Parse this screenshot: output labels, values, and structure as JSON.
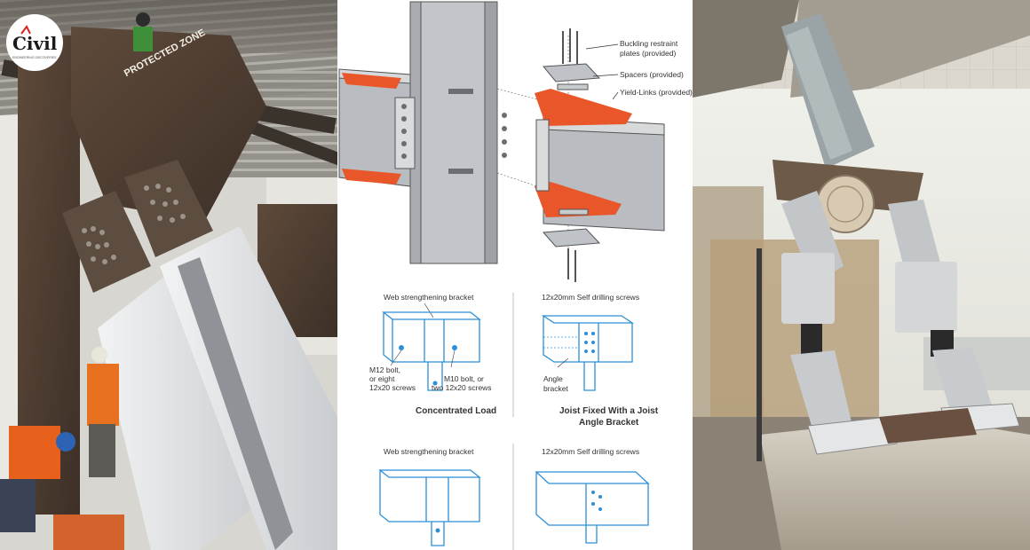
{
  "logo": {
    "brand_text": "Civil",
    "sub_text": "ENGINEERING DISCOVERIES"
  },
  "photo_left": {
    "painted_marking": "PROTECTED ZONE"
  },
  "diagram": {
    "callouts": {
      "buckling_line1": "Buckling restraint",
      "buckling_line2": "plates (provided)",
      "spacers": "Spacers (provided)",
      "yield_links": "Yield-Links (provided)"
    },
    "panel_a": {
      "top_label": "Web strengthening bracket",
      "left_label_1": "M12 bolt,",
      "left_label_2": "or eight",
      "left_label_3": "12x20 screws",
      "right_label_1": "M10 bolt, or",
      "right_label_2": "two 12x20 screws",
      "caption": "Concentrated Load"
    },
    "panel_b": {
      "top_label": "12x20mm Self drilling screws",
      "left_label_1": "Angle",
      "left_label_2": "bracket",
      "caption_1": "Joist Fixed With a Joist",
      "caption_2": "Angle Bracket"
    },
    "panel_c": {
      "top_label": "Web strengthening bracket"
    },
    "panel_d": {
      "top_label": "12x20mm Self drilling screws"
    }
  },
  "colors": {
    "accent_orange": "#e8562a",
    "drawing_blue": "#2b8fd6",
    "steel_gray": "#b9bcc0"
  }
}
